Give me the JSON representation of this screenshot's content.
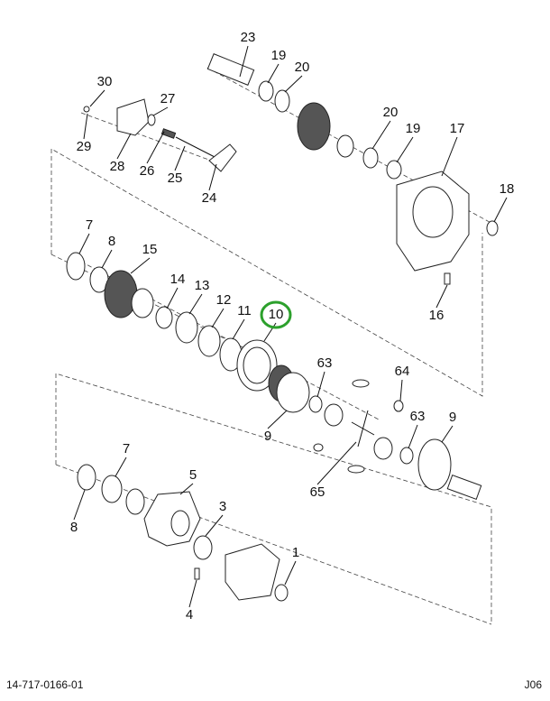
{
  "diagram": {
    "callouts": [
      {
        "number": "23"
      },
      {
        "number": "19"
      },
      {
        "number": "20"
      },
      {
        "number": "30"
      },
      {
        "number": "27"
      },
      {
        "number": "29"
      },
      {
        "number": "28"
      },
      {
        "number": "26"
      },
      {
        "number": "25"
      },
      {
        "number": "24"
      },
      {
        "number": "20"
      },
      {
        "number": "19"
      },
      {
        "number": "17"
      },
      {
        "number": "18"
      },
      {
        "number": "7"
      },
      {
        "number": "8"
      },
      {
        "number": "15"
      },
      {
        "number": "14"
      },
      {
        "number": "13"
      },
      {
        "number": "12"
      },
      {
        "number": "11"
      },
      {
        "number": "10",
        "highlighted": true
      },
      {
        "number": "16"
      },
      {
        "number": "63"
      },
      {
        "number": "64"
      },
      {
        "number": "9"
      },
      {
        "number": "63"
      },
      {
        "number": "9"
      },
      {
        "number": "65"
      },
      {
        "number": "7"
      },
      {
        "number": "5"
      },
      {
        "number": "8"
      },
      {
        "number": "3"
      },
      {
        "number": "1"
      },
      {
        "number": "4"
      }
    ],
    "highlight_color": "#2ca02c"
  },
  "footer": {
    "figure_id": "14-717-0166-01",
    "page_code": "J06"
  }
}
